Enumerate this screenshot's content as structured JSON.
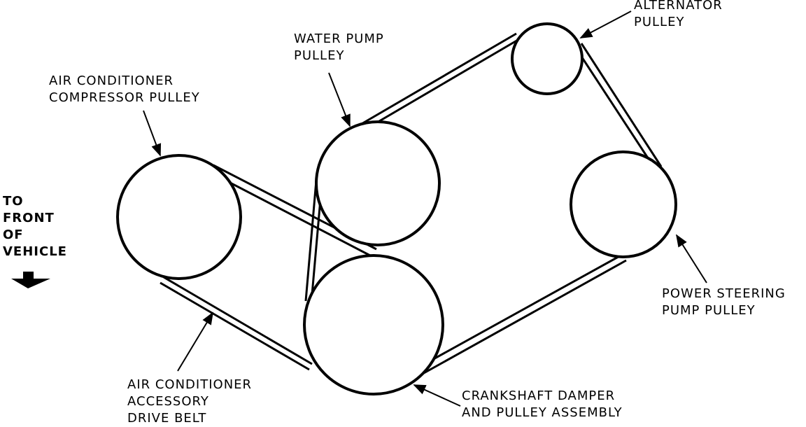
{
  "labels": {
    "alternator": [
      "ALTERNATOR",
      "PULLEY"
    ],
    "water_pump": [
      "WATER PUMP",
      "PULLEY"
    ],
    "ac_compressor": [
      "AIR CONDITIONER",
      "COMPRESSOR PULLEY"
    ],
    "front_of_vehicle": [
      "TO",
      "FRONT",
      "OF",
      "VEHICLE"
    ],
    "power_steering": [
      "POWER STEERING",
      "PUMP PULLEY"
    ],
    "crankshaft": [
      "CRANKSHAFT DAMPER",
      "AND PULLEY ASSEMBLY"
    ],
    "ac_drive_belt": [
      "AIR CONDITIONER",
      "ACCESSORY",
      "DRIVE BELT"
    ]
  },
  "icons": {
    "direction_arrow": "down-arrow-icon"
  },
  "colors": {
    "line": "#000000",
    "background": "#ffffff"
  }
}
